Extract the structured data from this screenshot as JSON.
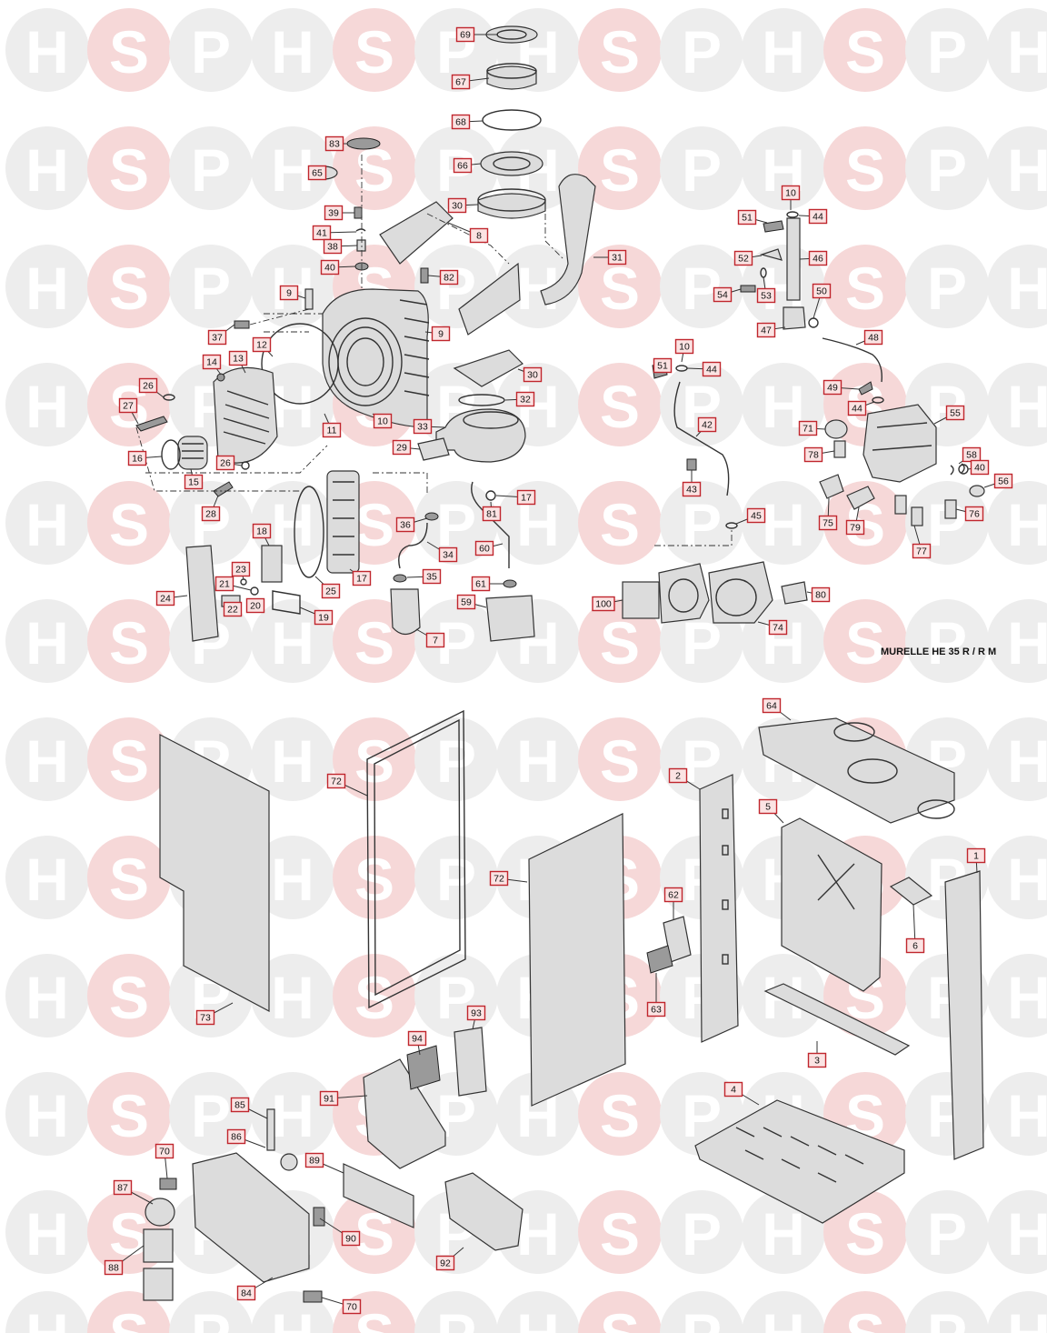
{
  "diagram": {
    "model_label": "MURELLE HE 35 R / R M",
    "watermark_letters": [
      "H",
      "S",
      "P"
    ],
    "colors": {
      "callout_border": "#c0262d",
      "callout_fill": "#fbe3e3",
      "watermark_grey": "#ededed",
      "watermark_pink": "#f6d8d8",
      "line_art": "#333333"
    },
    "callouts": [
      {
        "id": "69",
        "label": "69"
      },
      {
        "id": "67",
        "label": "67"
      },
      {
        "id": "68",
        "label": "68"
      },
      {
        "id": "66",
        "label": "66"
      },
      {
        "id": "30a",
        "label": "30"
      },
      {
        "id": "83",
        "label": "83"
      },
      {
        "id": "65",
        "label": "65"
      },
      {
        "id": "39",
        "label": "39"
      },
      {
        "id": "41",
        "label": "41"
      },
      {
        "id": "38",
        "label": "38"
      },
      {
        "id": "40a",
        "label": "40"
      },
      {
        "id": "8",
        "label": "8"
      },
      {
        "id": "31",
        "label": "31"
      },
      {
        "id": "82",
        "label": "82"
      },
      {
        "id": "9a",
        "label": "9"
      },
      {
        "id": "9b",
        "label": "9"
      },
      {
        "id": "37",
        "label": "37"
      },
      {
        "id": "13",
        "label": "13"
      },
      {
        "id": "12",
        "label": "12"
      },
      {
        "id": "14",
        "label": "14"
      },
      {
        "id": "26a",
        "label": "26"
      },
      {
        "id": "27",
        "label": "27"
      },
      {
        "id": "16",
        "label": "16"
      },
      {
        "id": "15",
        "label": "15"
      },
      {
        "id": "26b",
        "label": "26"
      },
      {
        "id": "28",
        "label": "28"
      },
      {
        "id": "11",
        "label": "11"
      },
      {
        "id": "10a",
        "label": "10"
      },
      {
        "id": "30b",
        "label": "30"
      },
      {
        "id": "32",
        "label": "32"
      },
      {
        "id": "33",
        "label": "33"
      },
      {
        "id": "29",
        "label": "29"
      },
      {
        "id": "36",
        "label": "36"
      },
      {
        "id": "81",
        "label": "81"
      },
      {
        "id": "17a",
        "label": "17"
      },
      {
        "id": "18",
        "label": "18"
      },
      {
        "id": "17b",
        "label": "17"
      },
      {
        "id": "34",
        "label": "34"
      },
      {
        "id": "60",
        "label": "60"
      },
      {
        "id": "23",
        "label": "23"
      },
      {
        "id": "21",
        "label": "21"
      },
      {
        "id": "24",
        "label": "24"
      },
      {
        "id": "25",
        "label": "25"
      },
      {
        "id": "35",
        "label": "35"
      },
      {
        "id": "61",
        "label": "61"
      },
      {
        "id": "22",
        "label": "22"
      },
      {
        "id": "20",
        "label": "20"
      },
      {
        "id": "19",
        "label": "19"
      },
      {
        "id": "59",
        "label": "59"
      },
      {
        "id": "7",
        "label": "7"
      },
      {
        "id": "10b",
        "label": "10"
      },
      {
        "id": "44a",
        "label": "44"
      },
      {
        "id": "51a",
        "label": "51"
      },
      {
        "id": "52",
        "label": "52"
      },
      {
        "id": "46",
        "label": "46"
      },
      {
        "id": "54",
        "label": "54"
      },
      {
        "id": "53",
        "label": "53"
      },
      {
        "id": "50",
        "label": "50"
      },
      {
        "id": "47",
        "label": "47"
      },
      {
        "id": "48",
        "label": "48"
      },
      {
        "id": "10c",
        "label": "10"
      },
      {
        "id": "51b",
        "label": "51"
      },
      {
        "id": "44b",
        "label": "44"
      },
      {
        "id": "49",
        "label": "49"
      },
      {
        "id": "44c",
        "label": "44"
      },
      {
        "id": "55",
        "label": "55"
      },
      {
        "id": "42",
        "label": "42"
      },
      {
        "id": "71",
        "label": "71"
      },
      {
        "id": "78",
        "label": "78"
      },
      {
        "id": "58",
        "label": "58"
      },
      {
        "id": "40b",
        "label": "40"
      },
      {
        "id": "56",
        "label": "56"
      },
      {
        "id": "43",
        "label": "43"
      },
      {
        "id": "75",
        "label": "75"
      },
      {
        "id": "79",
        "label": "79"
      },
      {
        "id": "76",
        "label": "76"
      },
      {
        "id": "77",
        "label": "77"
      },
      {
        "id": "45",
        "label": "45"
      },
      {
        "id": "100",
        "label": "100"
      },
      {
        "id": "80",
        "label": "80"
      },
      {
        "id": "74",
        "label": "74"
      },
      {
        "id": "64",
        "label": "64"
      },
      {
        "id": "72a",
        "label": "72"
      },
      {
        "id": "2",
        "label": "2"
      },
      {
        "id": "5",
        "label": "5"
      },
      {
        "id": "1",
        "label": "1"
      },
      {
        "id": "72b",
        "label": "72"
      },
      {
        "id": "62",
        "label": "62"
      },
      {
        "id": "6",
        "label": "6"
      },
      {
        "id": "63",
        "label": "63"
      },
      {
        "id": "73",
        "label": "73"
      },
      {
        "id": "3",
        "label": "3"
      },
      {
        "id": "93",
        "label": "93"
      },
      {
        "id": "94",
        "label": "94"
      },
      {
        "id": "4",
        "label": "4"
      },
      {
        "id": "91",
        "label": "91"
      },
      {
        "id": "85",
        "label": "85"
      },
      {
        "id": "86",
        "label": "86"
      },
      {
        "id": "70a",
        "label": "70"
      },
      {
        "id": "89",
        "label": "89"
      },
      {
        "id": "87",
        "label": "87"
      },
      {
        "id": "90",
        "label": "90"
      },
      {
        "id": "92",
        "label": "92"
      },
      {
        "id": "88",
        "label": "88"
      },
      {
        "id": "84",
        "label": "84"
      },
      {
        "id": "70b",
        "label": "70"
      }
    ]
  }
}
